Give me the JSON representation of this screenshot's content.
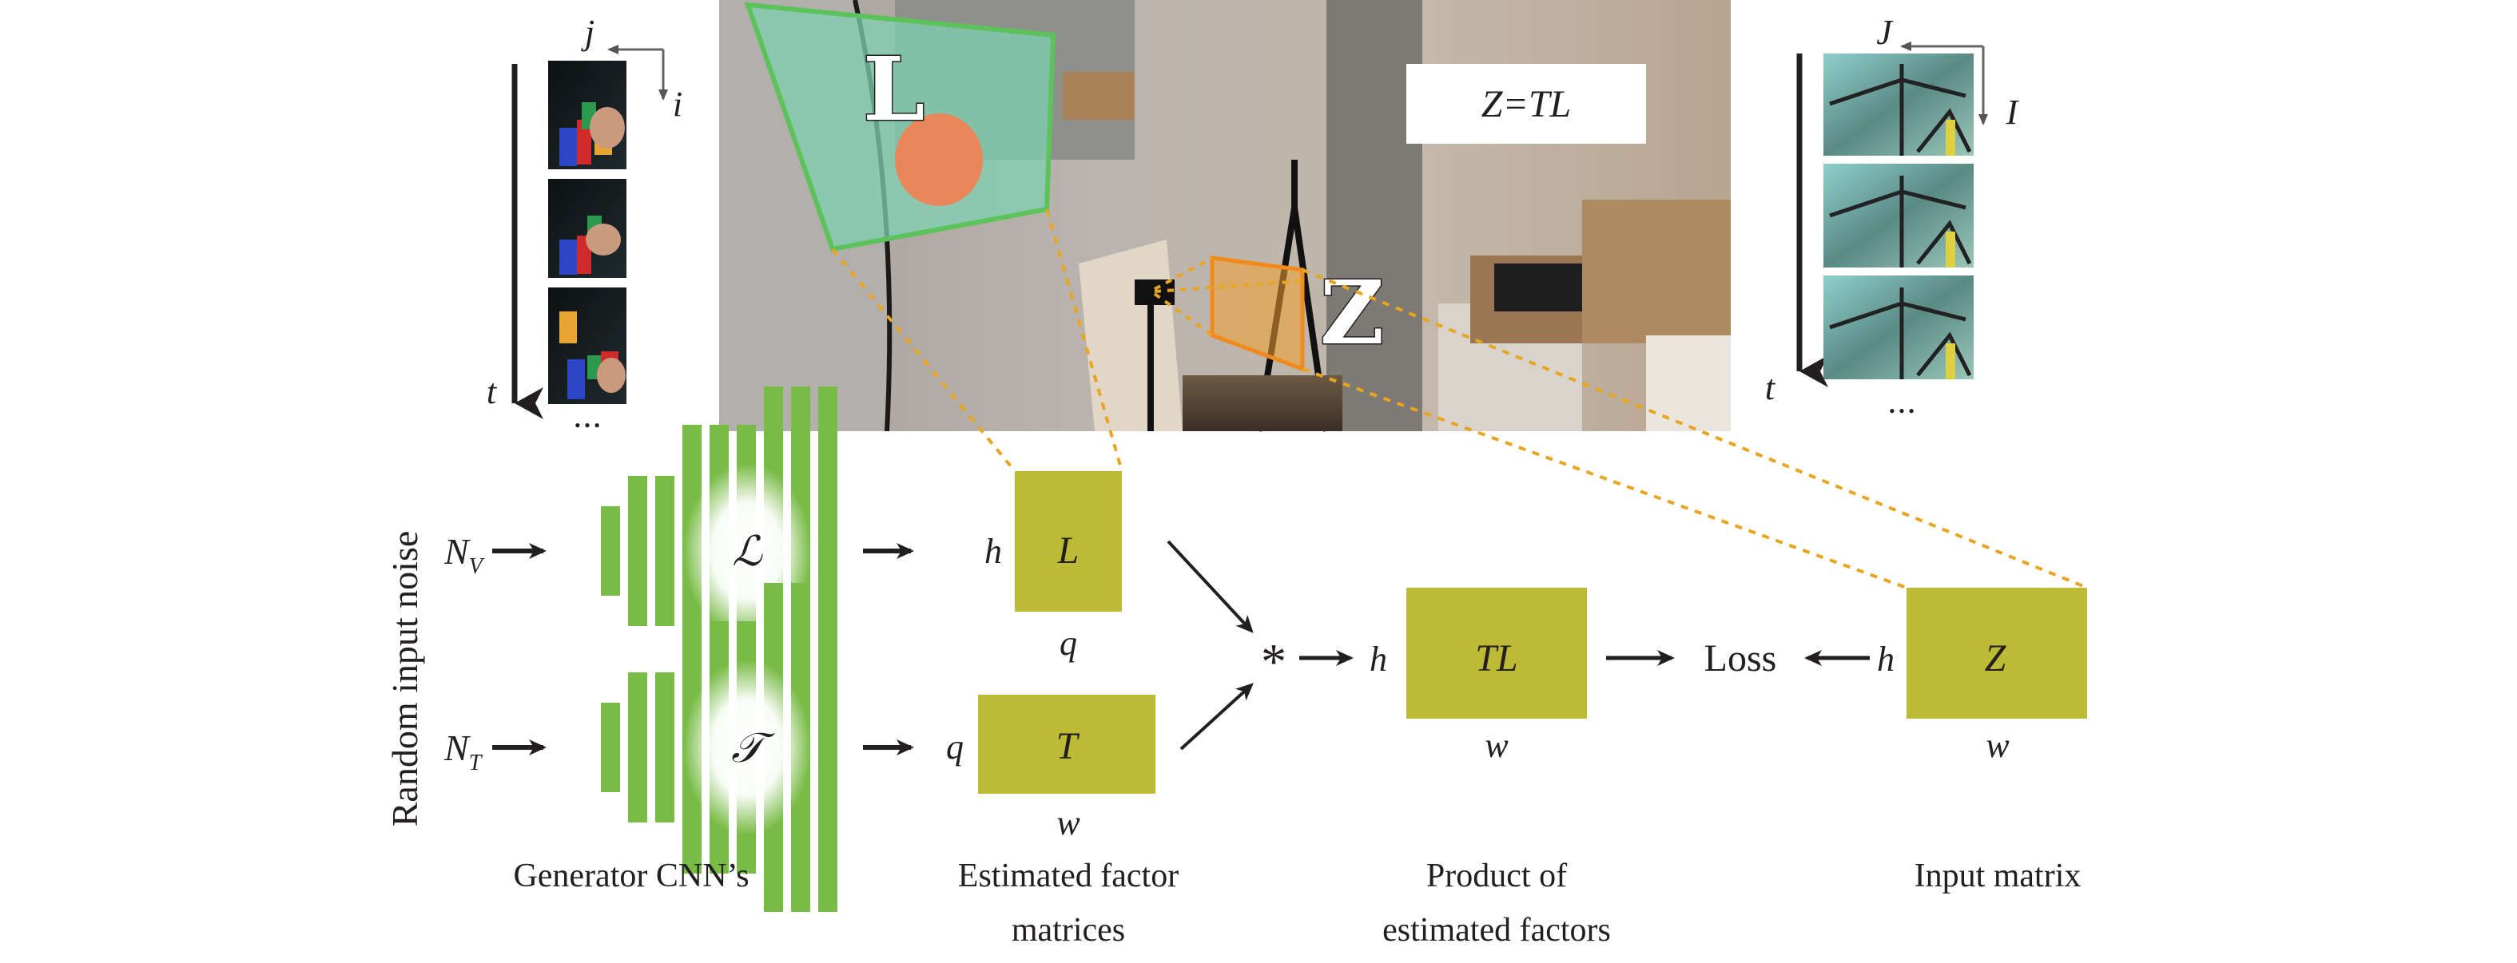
{
  "photo": {
    "projection_label": "L",
    "region_label": "Z",
    "equation": "Z=TL"
  },
  "left_frames": {
    "axis_horizontal": "j",
    "axis_vertical": "i",
    "time_label": "t",
    "ellipsis": "• • •"
  },
  "right_frames": {
    "axis_horizontal": "J",
    "axis_vertical": "I",
    "time_label": "t",
    "ellipsis": "• • •"
  },
  "side_label": "Random input noise",
  "network": {
    "inputs": [
      {
        "label": "N",
        "sub": "V",
        "generator": "ℒ"
      },
      {
        "label": "N",
        "sub": "T",
        "generator": "𝒯"
      }
    ]
  },
  "matrices": {
    "L": {
      "name": "L",
      "rows": "h",
      "cols": "q"
    },
    "T": {
      "name": "T",
      "rows": "q",
      "cols": "w"
    },
    "TL": {
      "name": "TL",
      "rows": "h",
      "cols": "w"
    },
    "Z": {
      "name": "Z",
      "rows": "h",
      "cols": "w"
    }
  },
  "operator": "*",
  "loss": "Loss",
  "captions": {
    "generator": "Generator CNN’s",
    "estimated_1": "Estimated factor",
    "estimated_2": "matrices",
    "product_1": "Product of",
    "product_2": "estimated factors",
    "input": "Input matrix"
  },
  "colors": {
    "cnn_green": "#78bb45",
    "matrix_olive": "#bdbb35",
    "dash_orange": "#e8a520",
    "quad_green": "#5cc35a",
    "quad_orange": "#f08a1c"
  }
}
